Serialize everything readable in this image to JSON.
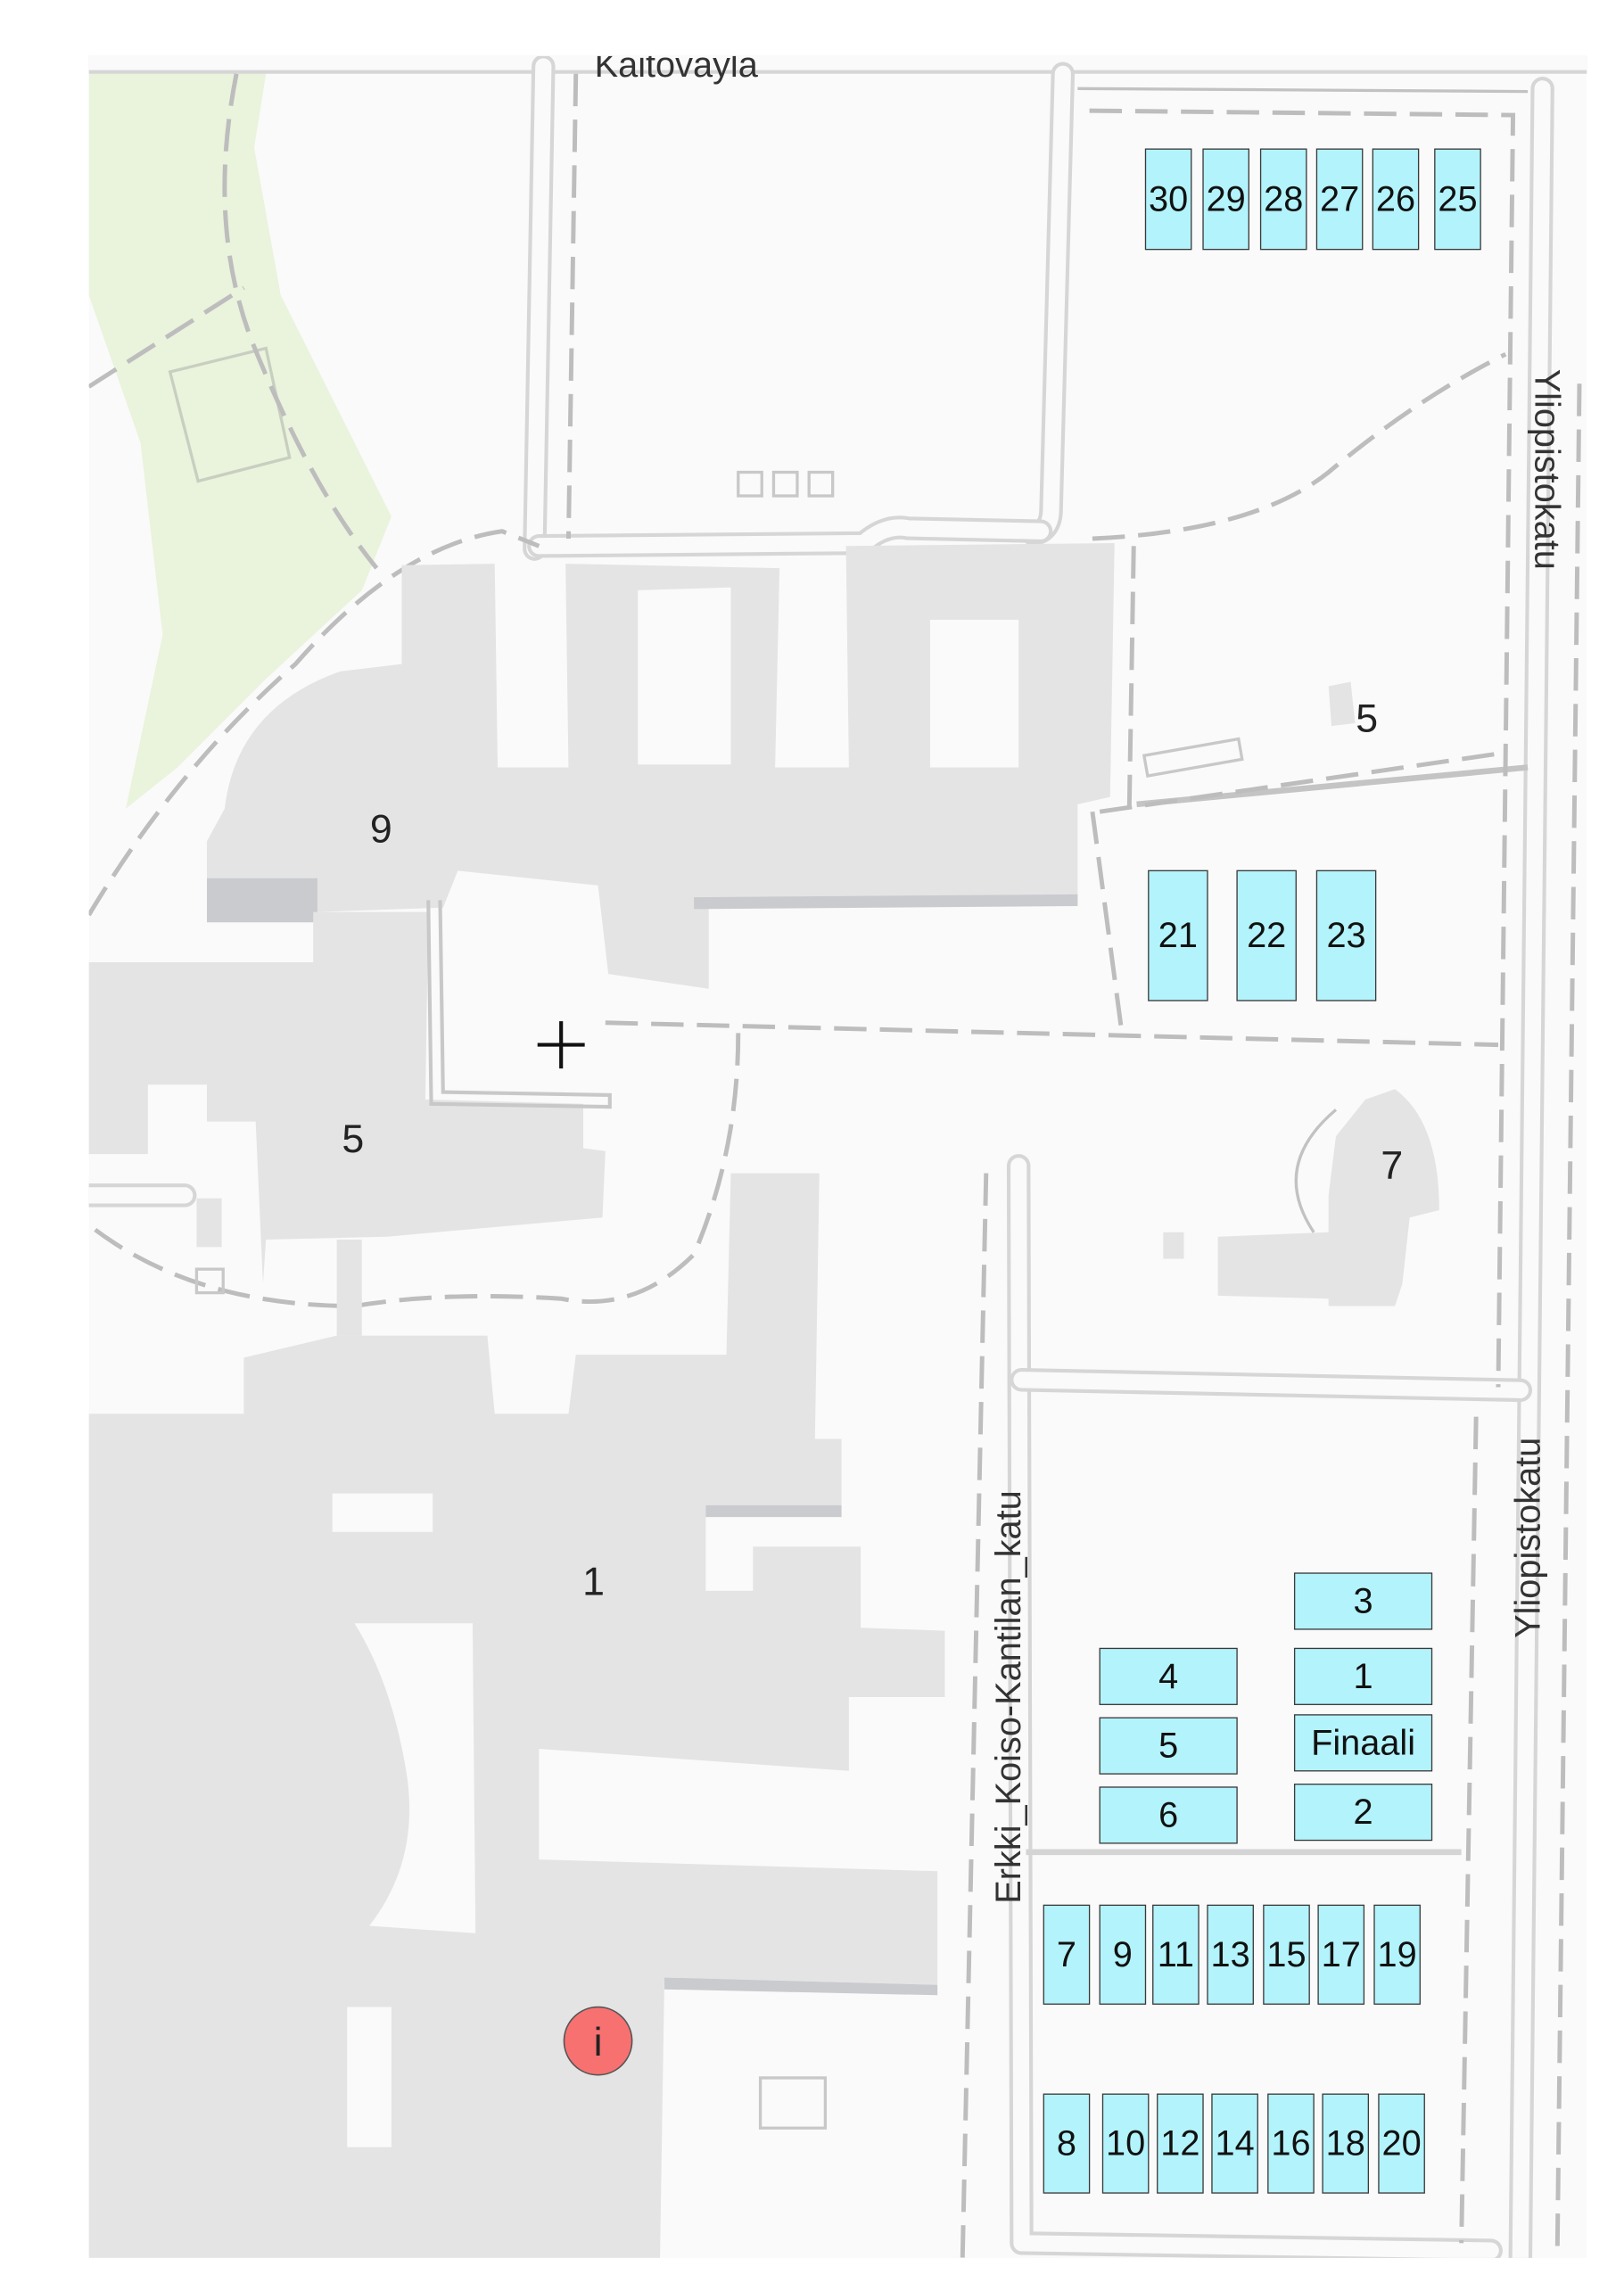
{
  "map": {
    "streets": {
      "kaitovayla": "Kaitoväylä",
      "yliopistokatu_north": "Yliopistokatu",
      "yliopistokatu_south": "Yliopistokatu",
      "erkki": "Erkki_Koiso-Kantilan_katu"
    },
    "buildings": {
      "b9": "9",
      "b5_west": "5",
      "b1": "1",
      "b5_east": "5",
      "b7": "7"
    },
    "info_marker": "i",
    "colors": {
      "slot": "#b3f3fb",
      "info": "#f87171",
      "green": "#eaf3dc",
      "building": "#e4e4e4"
    },
    "slots_top": [
      "30",
      "29",
      "28",
      "27",
      "26",
      "25"
    ],
    "slots_mid": [
      "21",
      "22",
      "23"
    ],
    "slots_block": [
      "3",
      "4",
      "1",
      "5",
      "Finaali",
      "6",
      "2"
    ],
    "slots_row_odd": [
      "7",
      "9",
      "11",
      "13",
      "15",
      "17",
      "19"
    ],
    "slots_row_even": [
      "8",
      "10",
      "12",
      "14",
      "16",
      "18",
      "20"
    ]
  }
}
